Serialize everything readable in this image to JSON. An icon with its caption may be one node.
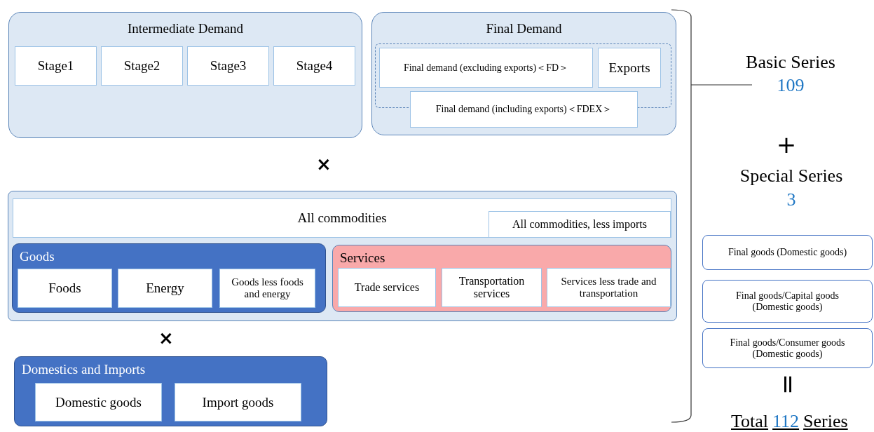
{
  "diagram": {
    "nodes": [
      {
        "text": [
          "Intermediate Demand"
        ]
      },
      {
        "text": [
          "Stage1"
        ],
        "in": 0
      },
      {
        "text": [
          "Stage2"
        ],
        "in": 0
      },
      {
        "text": [
          "Stage3"
        ],
        "in": 0
      },
      {
        "text": [
          "Stage4"
        ],
        "in": 0
      },
      {
        "text": [
          "Final Demand"
        ]
      },
      {
        "text": [],
        "shape": "box",
        "in": 5
      },
      {
        "text": [
          "Final demand (excluding exports)＜FD＞"
        ],
        "in": 6
      },
      {
        "text": [
          "Exports"
        ],
        "in": 6
      },
      {
        "text": [
          "Final demand (including exports)＜FDEX＞"
        ],
        "in": 5
      },
      {
        "text": [],
        "shape": "box"
      },
      {
        "text": [
          "All commodities"
        ],
        "in": 10
      },
      {
        "text": [
          "All commodities, less imports"
        ],
        "in": 11
      },
      {
        "text": [
          "Goods"
        ],
        "in": 10
      },
      {
        "text": [
          "Foods"
        ],
        "in": 13
      },
      {
        "text": [
          "Energy"
        ],
        "in": 13
      },
      {
        "text": [
          "Goods less foods and energy"
        ],
        "in": 13
      },
      {
        "text": [
          "Services"
        ],
        "in": 10
      },
      {
        "text": [
          "Trade services"
        ],
        "in": 17
      },
      {
        "text": [
          "Transportation services"
        ],
        "in": 17
      },
      {
        "text": [
          "Services less trade and transportation"
        ],
        "in": 17
      },
      {
        "text": [
          "Domestics and Imports"
        ]
      },
      {
        "text": [
          "Domestic goods"
        ],
        "in": 21
      },
      {
        "text": [
          "Import goods"
        ],
        "in": 21
      },
      {
        "text": [
          "Final goods (Domestic goods)"
        ]
      },
      {
        "text": [
          "Final goods/Capital goods (Domestic goods)"
        ]
      },
      {
        "text": [
          "Final goods/Consumer goods (Domestic goods)"
        ]
      }
    ],
    "labels": [
      "Basic Series",
      "109",
      "×",
      "+",
      "Special Series",
      "3",
      "×",
      "=",
      "Total",
      "112",
      "Series"
    ]
  }
}
